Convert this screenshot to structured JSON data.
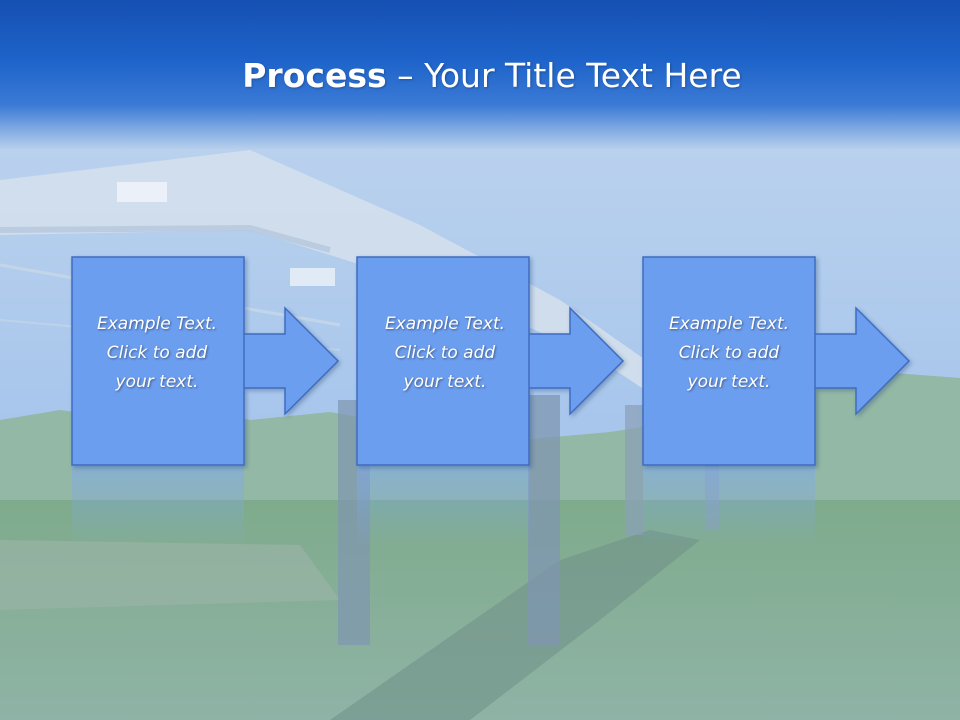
{
  "slide": {
    "title_bold": "Process",
    "title_rest": " – Your Title Text Here"
  },
  "steps": [
    {
      "lines": [
        "Example Text.",
        "Click  to add",
        "your text."
      ]
    },
    {
      "lines": [
        "Example Text.",
        "Click  to add",
        "your text."
      ]
    },
    {
      "lines": [
        "Example Text.",
        "Click  to add",
        "your text."
      ]
    }
  ],
  "colors": {
    "title_band": "#1d63c9",
    "step_fill": "#6c9ef0",
    "step_border": "#3f6cc0"
  }
}
